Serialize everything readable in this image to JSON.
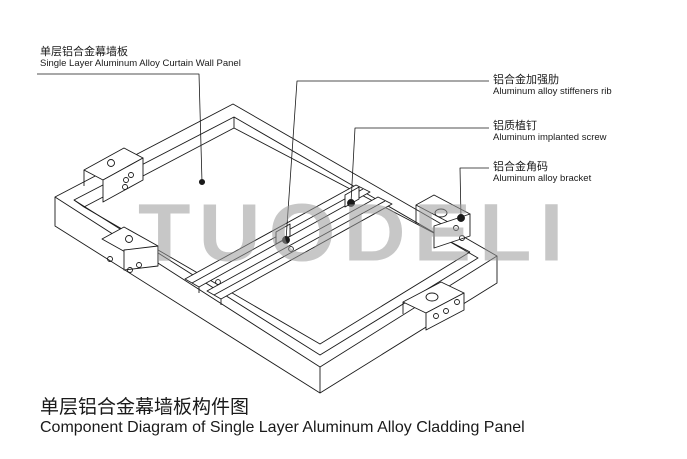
{
  "labels": {
    "panel": {
      "zh": "单层铝合金幕墙板",
      "en": "Single Layer Aluminum Alloy Curtain Wall Panel"
    },
    "stiffener": {
      "zh": "铝合金加强肋",
      "en": "Aluminum alloy stiffeners rib"
    },
    "screw": {
      "zh": "铝质植钉",
      "en": "Aluminum implanted screw"
    },
    "bracket": {
      "zh": "铝合金角码",
      "en": "Aluminum alloy bracket"
    }
  },
  "caption": {
    "zh": "单层铝合金幕墙板构件图",
    "en": "Component Diagram of Single Layer Aluminum Alloy Cladding Panel"
  },
  "watermark": "TUODELI",
  "colors": {
    "line": "#1a1a1a",
    "watermark": "#9a9a9a"
  }
}
